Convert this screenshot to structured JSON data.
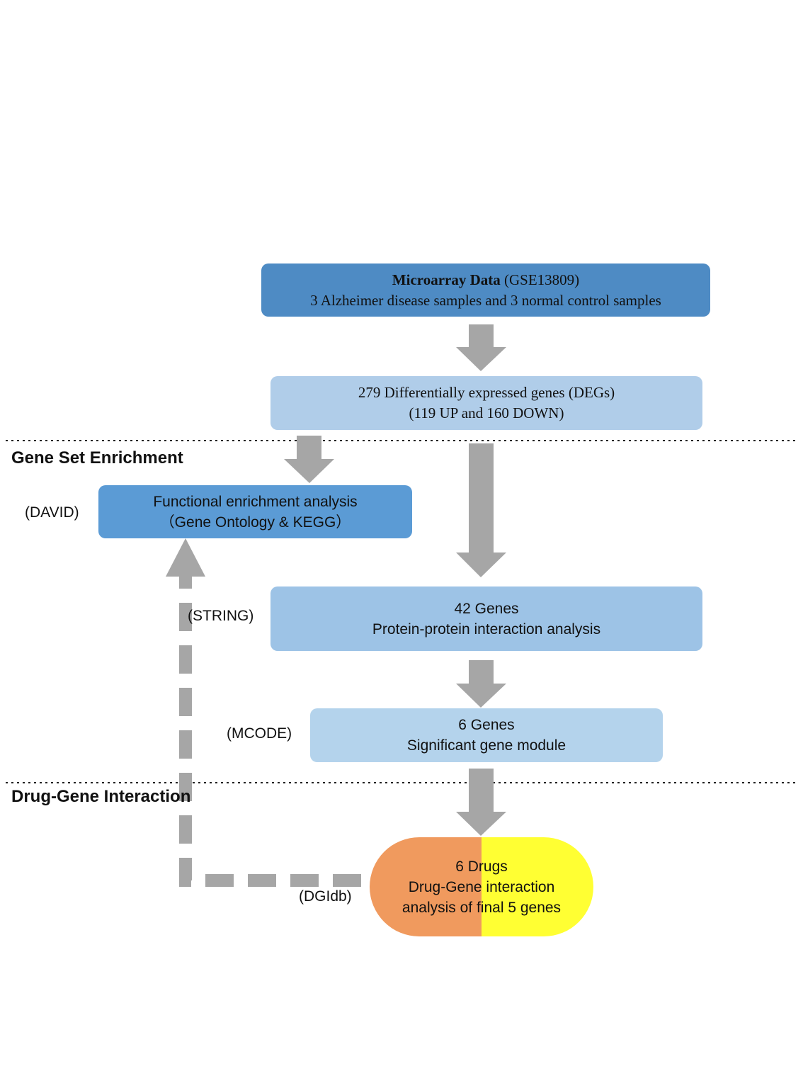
{
  "colors": {
    "box_dark": "#4e8bc4",
    "box_mid": "#5b9bd5",
    "box_light": "#b0cde9",
    "box_lighter": "#b4d3ec",
    "arrow": "#a6a6a6",
    "capsule_left": "#f09a5e",
    "capsule_right": "#ffff33"
  },
  "sections": {
    "gene_set_enrichment": "Gene Set Enrichment",
    "drug_gene_interaction": "Drug-Gene Interaction"
  },
  "tools": {
    "david": "(DAVID)",
    "string": "(STRING)",
    "mcode": "(MCODE)",
    "dgidb": "(DGIdb)"
  },
  "boxes": {
    "microarray": {
      "title_bold": "Microarray Data",
      "title_rest": " (GSE13809)",
      "line2": "3 Alzheimer disease samples and 3 normal control samples"
    },
    "degs": {
      "line1": "279 Differentially expressed genes (DEGs)",
      "line2": "(119 UP and 160 DOWN)"
    },
    "functional": {
      "line1": "Functional enrichment analysis",
      "line2": "（Gene Ontology & KEGG）"
    },
    "ppi": {
      "line1": "42 Genes",
      "line2": "Protein-protein interaction analysis"
    },
    "module": {
      "line1": "6 Genes",
      "line2": "Significant gene module"
    },
    "drugs": {
      "line1": "6 Drugs",
      "line2": "Drug-Gene interaction",
      "line3": "analysis of final 5 genes"
    }
  }
}
